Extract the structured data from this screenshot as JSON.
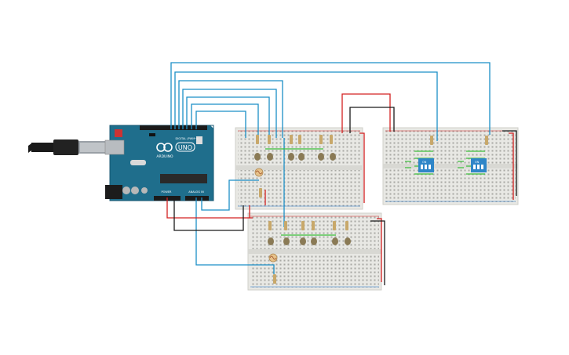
{
  "arduino": {
    "model": "UNO",
    "brand": "ARDUINO",
    "label_power": "POWER",
    "label_analog": "ANALOG IN",
    "label_digital": "DIGITAL (PWM~)",
    "color_board": "#1f6e8c",
    "color_chip": "#2a2a2a"
  },
  "dip_switch": {
    "label": "ON"
  },
  "colors": {
    "wire_blue": "#1b8fc7",
    "wire_red": "#d32020",
    "wire_black": "#1a1a1a",
    "wire_green": "#3bbf3b",
    "breadboard": "#e8e8e4",
    "dip_body": "#2f86c8",
    "led_body": "#8a7a55",
    "resistor": "#c8a86a"
  },
  "icons": {
    "usb_cable": "usb-cable-icon",
    "barrel_jack": "barrel-jack-icon",
    "reset_button": "reset-button-icon",
    "ldr": "photoresistor-icon"
  }
}
